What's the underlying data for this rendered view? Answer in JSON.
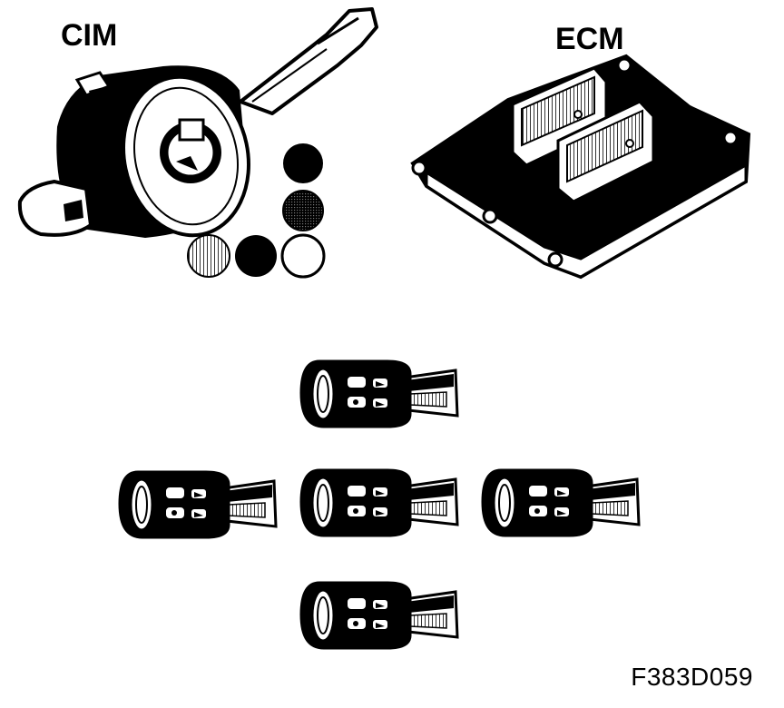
{
  "labels": {
    "cim": "CIM",
    "ecm": "ECM",
    "figure_code": "F383D059"
  },
  "colors": {
    "ink": "#000000",
    "paper": "#ffffff",
    "mid_gray": "#8a8a8a",
    "dark_gray": "#3a3a3a"
  },
  "components": {
    "cim": "ignition-switch-module",
    "ecm": "engine-control-module",
    "keys": [
      "key-top",
      "key-middle-left",
      "key-middle-center",
      "key-middle-right",
      "key-bottom"
    ]
  },
  "color_dots": [
    "#000000",
    "#3a3a3a",
    "#8a8a8a",
    "#000000",
    "#ffffff"
  ]
}
